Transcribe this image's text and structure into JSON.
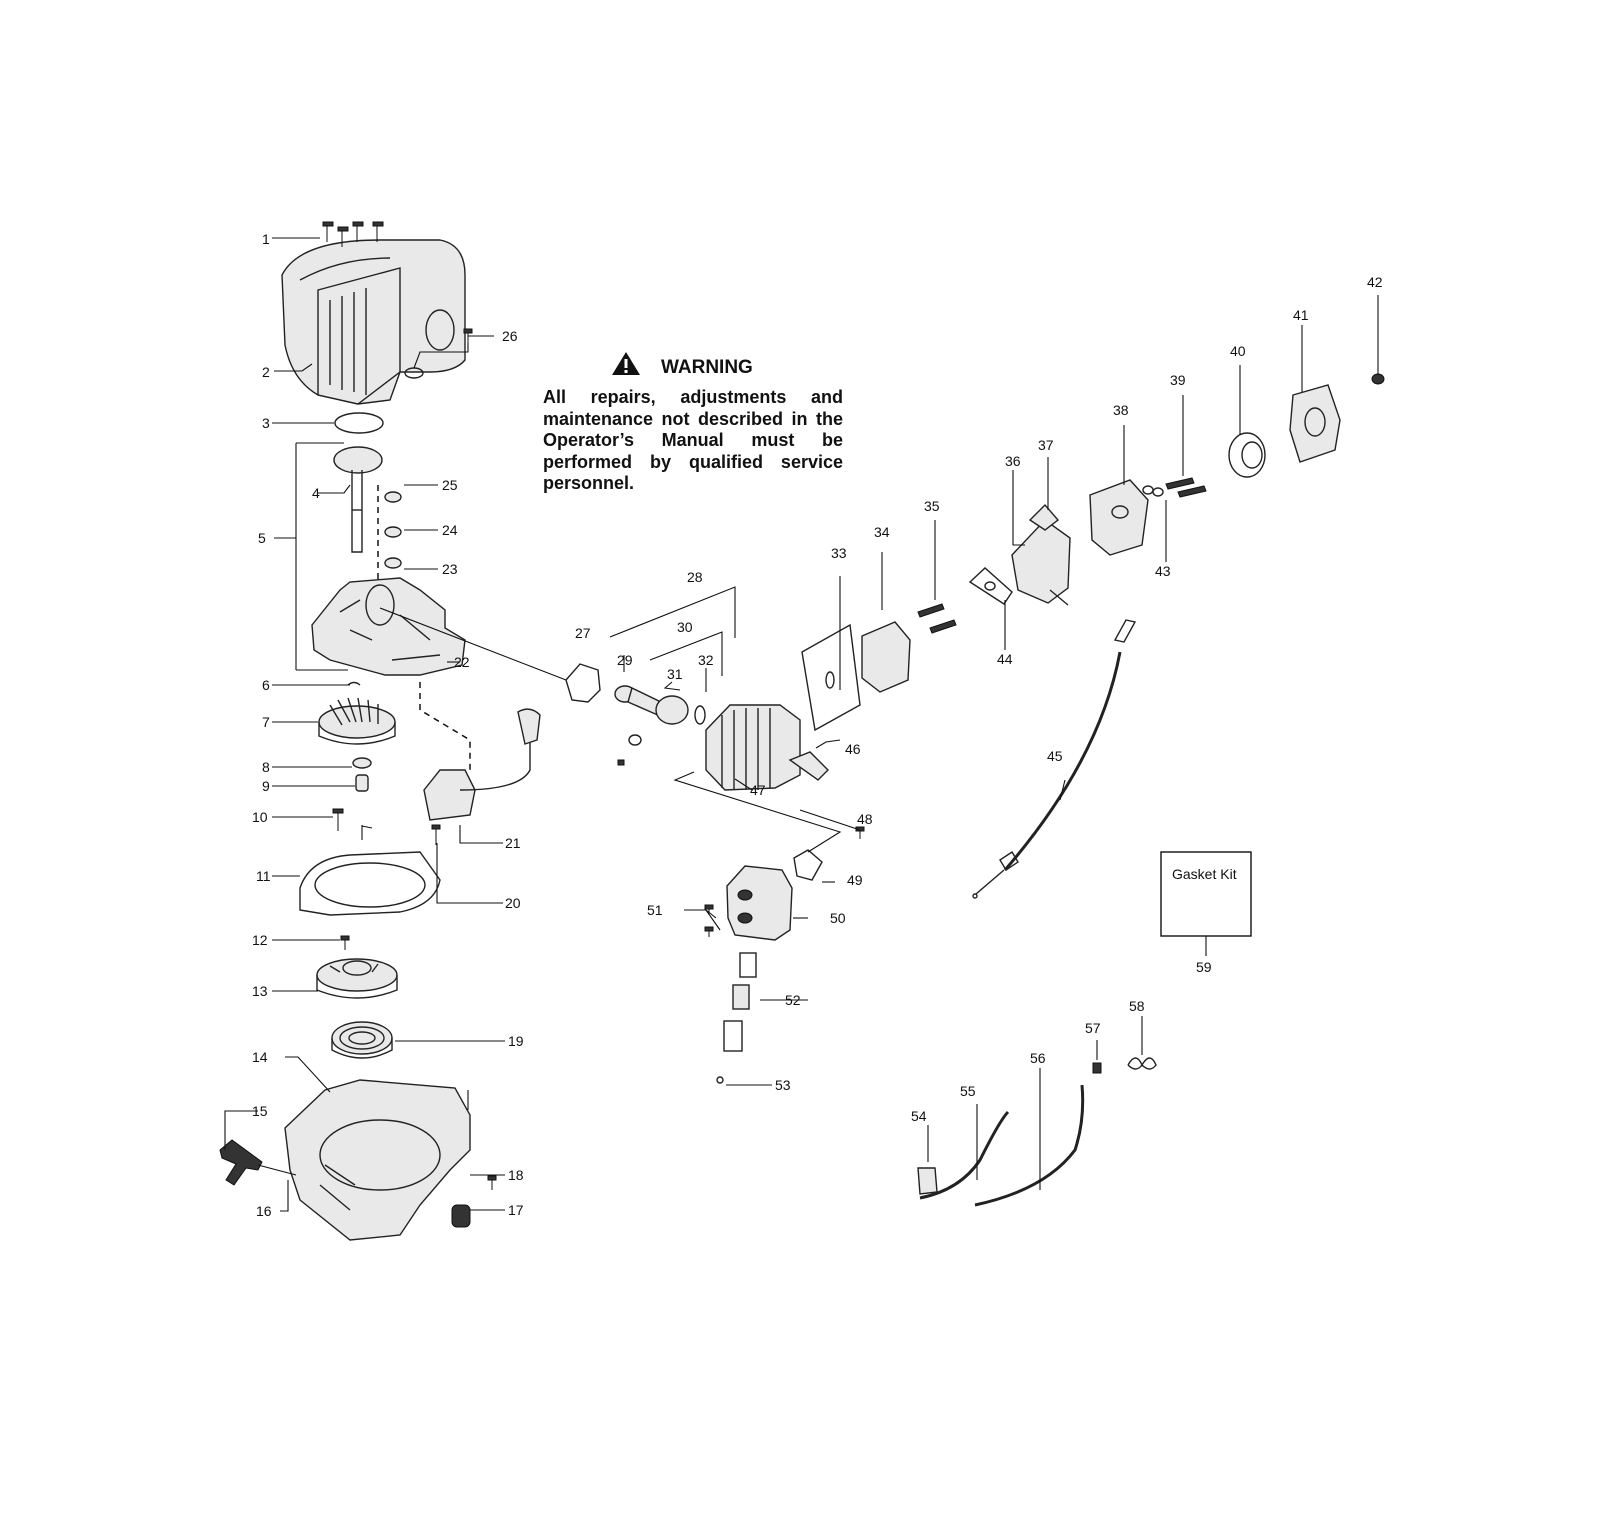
{
  "warning": {
    "title": "WARNING",
    "body": "All repairs, adjustments and maintenance not described in the Operator’s Manual must be performed by qualified service personnel."
  },
  "gasket_kit": {
    "label": "Gasket Kit",
    "number": "59"
  },
  "callouts": [
    "1",
    "2",
    "3",
    "4",
    "5",
    "6",
    "7",
    "8",
    "9",
    "10",
    "11",
    "12",
    "13",
    "14",
    "15",
    "16",
    "17",
    "18",
    "19",
    "20",
    "21",
    "22",
    "23",
    "24",
    "25",
    "26",
    "27",
    "28",
    "29",
    "30",
    "31",
    "32",
    "33",
    "34",
    "35",
    "36",
    "37",
    "38",
    "39",
    "40",
    "41",
    "42",
    "43",
    "44",
    "45",
    "46",
    "47",
    "48",
    "49",
    "50",
    "51",
    "52",
    "53",
    "54",
    "55",
    "56",
    "57",
    "58"
  ]
}
